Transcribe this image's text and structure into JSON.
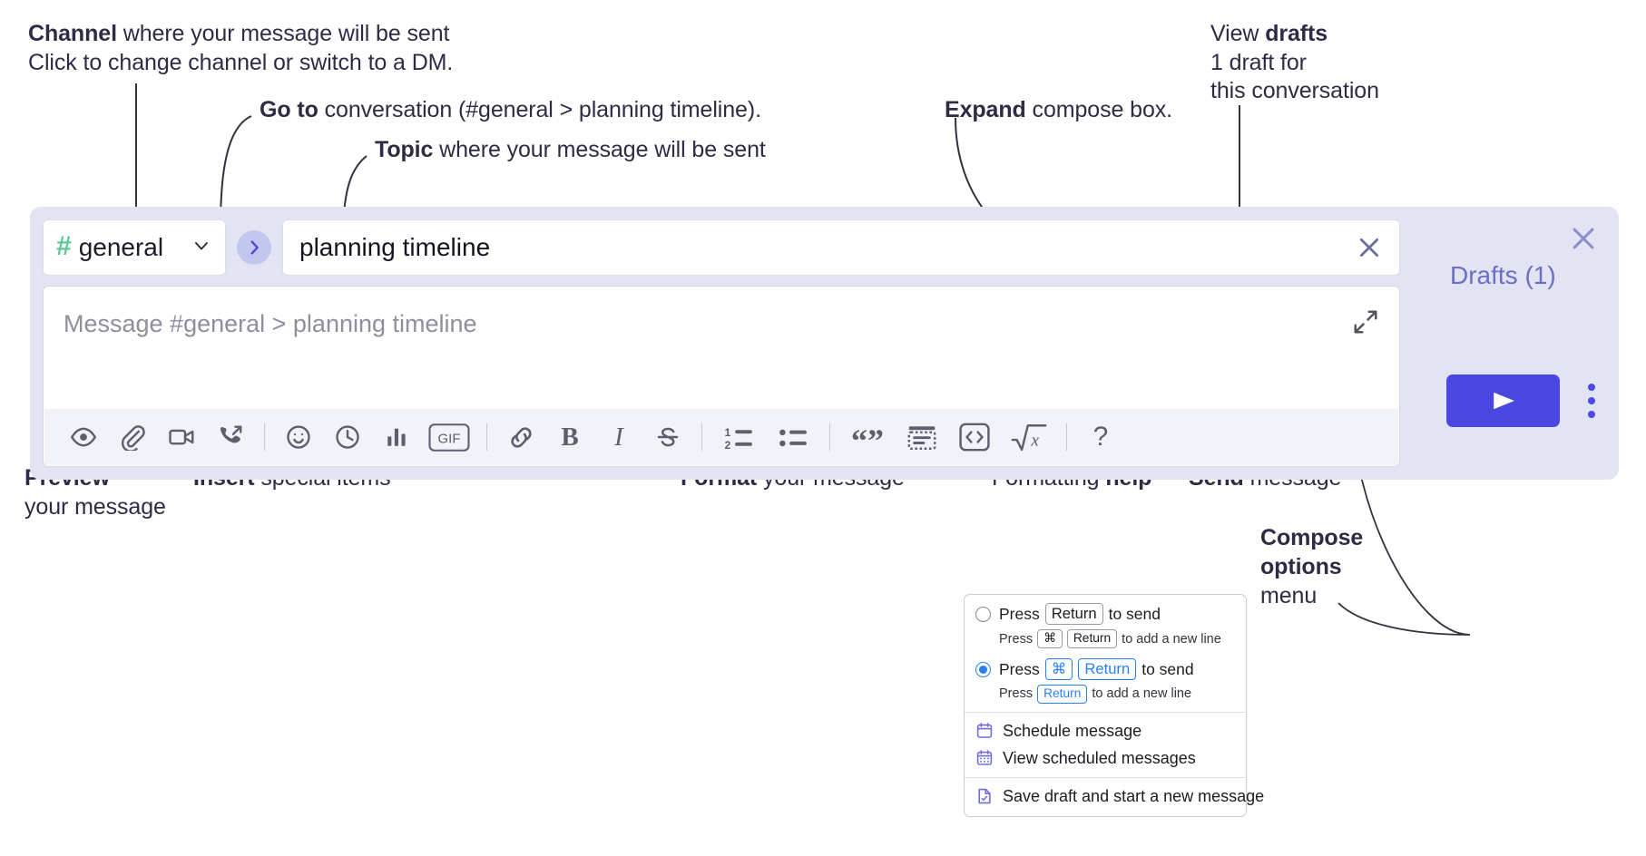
{
  "annotations": {
    "channel": {
      "bold": "Channel",
      "rest": " where your message will be sent",
      "italic": "Click to change channel or switch to a DM."
    },
    "goto": {
      "bold": "Go to",
      "rest": " conversation (#general > planning timeline)."
    },
    "topic": {
      "bold": "Topic",
      "rest": " where your message will be sent"
    },
    "expand": {
      "bold": "Expand",
      "rest": " compose box."
    },
    "drafts": {
      "lead": "View ",
      "bold": "drafts",
      "italic1": "1 draft for",
      "italic2": "this conversation"
    },
    "preview": {
      "bold": "Preview",
      "rest": "your message"
    },
    "insert": {
      "bold": "Insert",
      "rest": " special items"
    },
    "format": {
      "bold": "Format",
      "rest": " your message"
    },
    "help": {
      "lead": "Formatting ",
      "bold": "help"
    },
    "send": {
      "bold": "Send",
      "rest": " message"
    },
    "compose_options": {
      "bold1": "Compose",
      "bold2": "options",
      "rest": "menu"
    }
  },
  "compose": {
    "channel": {
      "hash": "#",
      "name": "general",
      "chevron_icon": "chevron-down-icon"
    },
    "goto_icon": "chevron-right-icon",
    "topic": {
      "value": "planning timeline",
      "clear_icon": "close-icon"
    },
    "message": {
      "placeholder": "Message #general > planning timeline",
      "expand_icon": "expand-icon"
    },
    "toolbar": [
      {
        "name": "preview-icon",
        "label": "Preview"
      },
      {
        "name": "attachment-icon",
        "label": "Attach file"
      },
      {
        "name": "video-icon",
        "label": "Video clip"
      },
      {
        "name": "audio-call-icon",
        "label": "Audio clip"
      },
      {
        "name": "separator",
        "label": ""
      },
      {
        "name": "emoji-icon",
        "label": "Emoji"
      },
      {
        "name": "clock-icon",
        "label": "Schedule"
      },
      {
        "name": "poll-icon",
        "label": "Poll"
      },
      {
        "name": "gif-icon",
        "label": "GIF"
      },
      {
        "name": "separator",
        "label": ""
      },
      {
        "name": "link-icon",
        "label": "Link"
      },
      {
        "name": "bold-icon",
        "label": "B"
      },
      {
        "name": "italic-icon",
        "label": "I"
      },
      {
        "name": "strikethrough-icon",
        "label": "Strikethrough"
      },
      {
        "name": "separator",
        "label": ""
      },
      {
        "name": "ordered-list-icon",
        "label": "Ordered list"
      },
      {
        "name": "bulleted-list-icon",
        "label": "Bulleted list"
      },
      {
        "name": "separator",
        "label": ""
      },
      {
        "name": "blockquote-icon",
        "label": "Blockquote"
      },
      {
        "name": "code-block-icon",
        "label": "Code block"
      },
      {
        "name": "inline-code-icon",
        "label": "Inline code"
      },
      {
        "name": "latex-icon",
        "label": "LaTeX"
      },
      {
        "name": "separator",
        "label": ""
      },
      {
        "name": "help-icon",
        "label": "?"
      }
    ],
    "gif_label": "GIF",
    "bold_label": "B",
    "italic_label": "I",
    "help_label": "?",
    "drafts_label": "Drafts (1)",
    "send_icon": "send-icon",
    "kebab_icon": "kebab-menu-icon",
    "close_icon": "close-icon"
  },
  "options_menu": {
    "choices": [
      {
        "selected": false,
        "main_pre": "Press",
        "main_keys": [
          "Return"
        ],
        "main_post": "to send",
        "sub_pre": "Press",
        "sub_keys": [
          "⌘",
          "Return"
        ],
        "sub_post": "to add a new line"
      },
      {
        "selected": true,
        "main_pre": "Press",
        "main_keys": [
          "⌘",
          "Return"
        ],
        "main_post": "to send",
        "sub_pre": "Press",
        "sub_keys": [
          "Return"
        ],
        "sub_post": "to add a new line"
      }
    ],
    "items": [
      {
        "icon": "calendar-icon",
        "label": "Schedule message"
      },
      {
        "icon": "calendar-grid-icon",
        "label": "View scheduled messages"
      },
      {
        "icon": "save-draft-icon",
        "label": "Save draft and start a new message"
      }
    ]
  },
  "colors": {
    "compose_bg": "#e2e3f3",
    "accent_purple": "#4a46e0",
    "drafts_link": "#6a6ec4",
    "hash_green": "#5bc795",
    "radio_blue": "#2b7ff5",
    "text_dark": "#2e2c45"
  }
}
